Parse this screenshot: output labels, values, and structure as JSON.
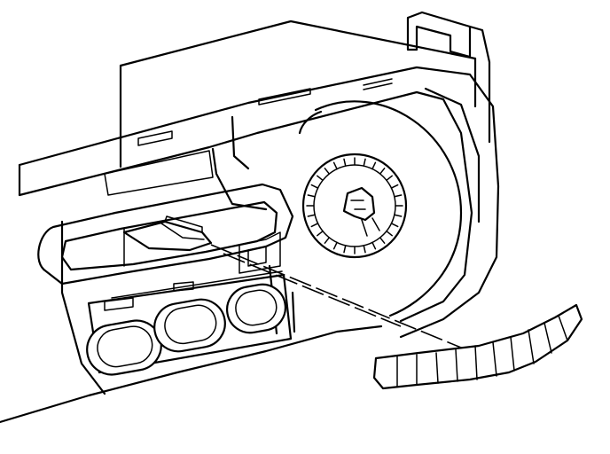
{
  "diagram": {
    "parts": [
      {
        "id": "housing-box",
        "icon": "box-outline"
      },
      {
        "id": "dash-bezel",
        "icon": "bezel-outline"
      },
      {
        "id": "lens-window",
        "icon": "window-outline"
      },
      {
        "id": "lamp-socket",
        "icon": "gear-socket"
      },
      {
        "id": "bulb-lens-piece",
        "icon": "flat-tab"
      },
      {
        "id": "push-buttons",
        "icon": "oval-button",
        "count": 3
      },
      {
        "id": "trim-strip",
        "icon": "ribbed-strip"
      }
    ]
  }
}
